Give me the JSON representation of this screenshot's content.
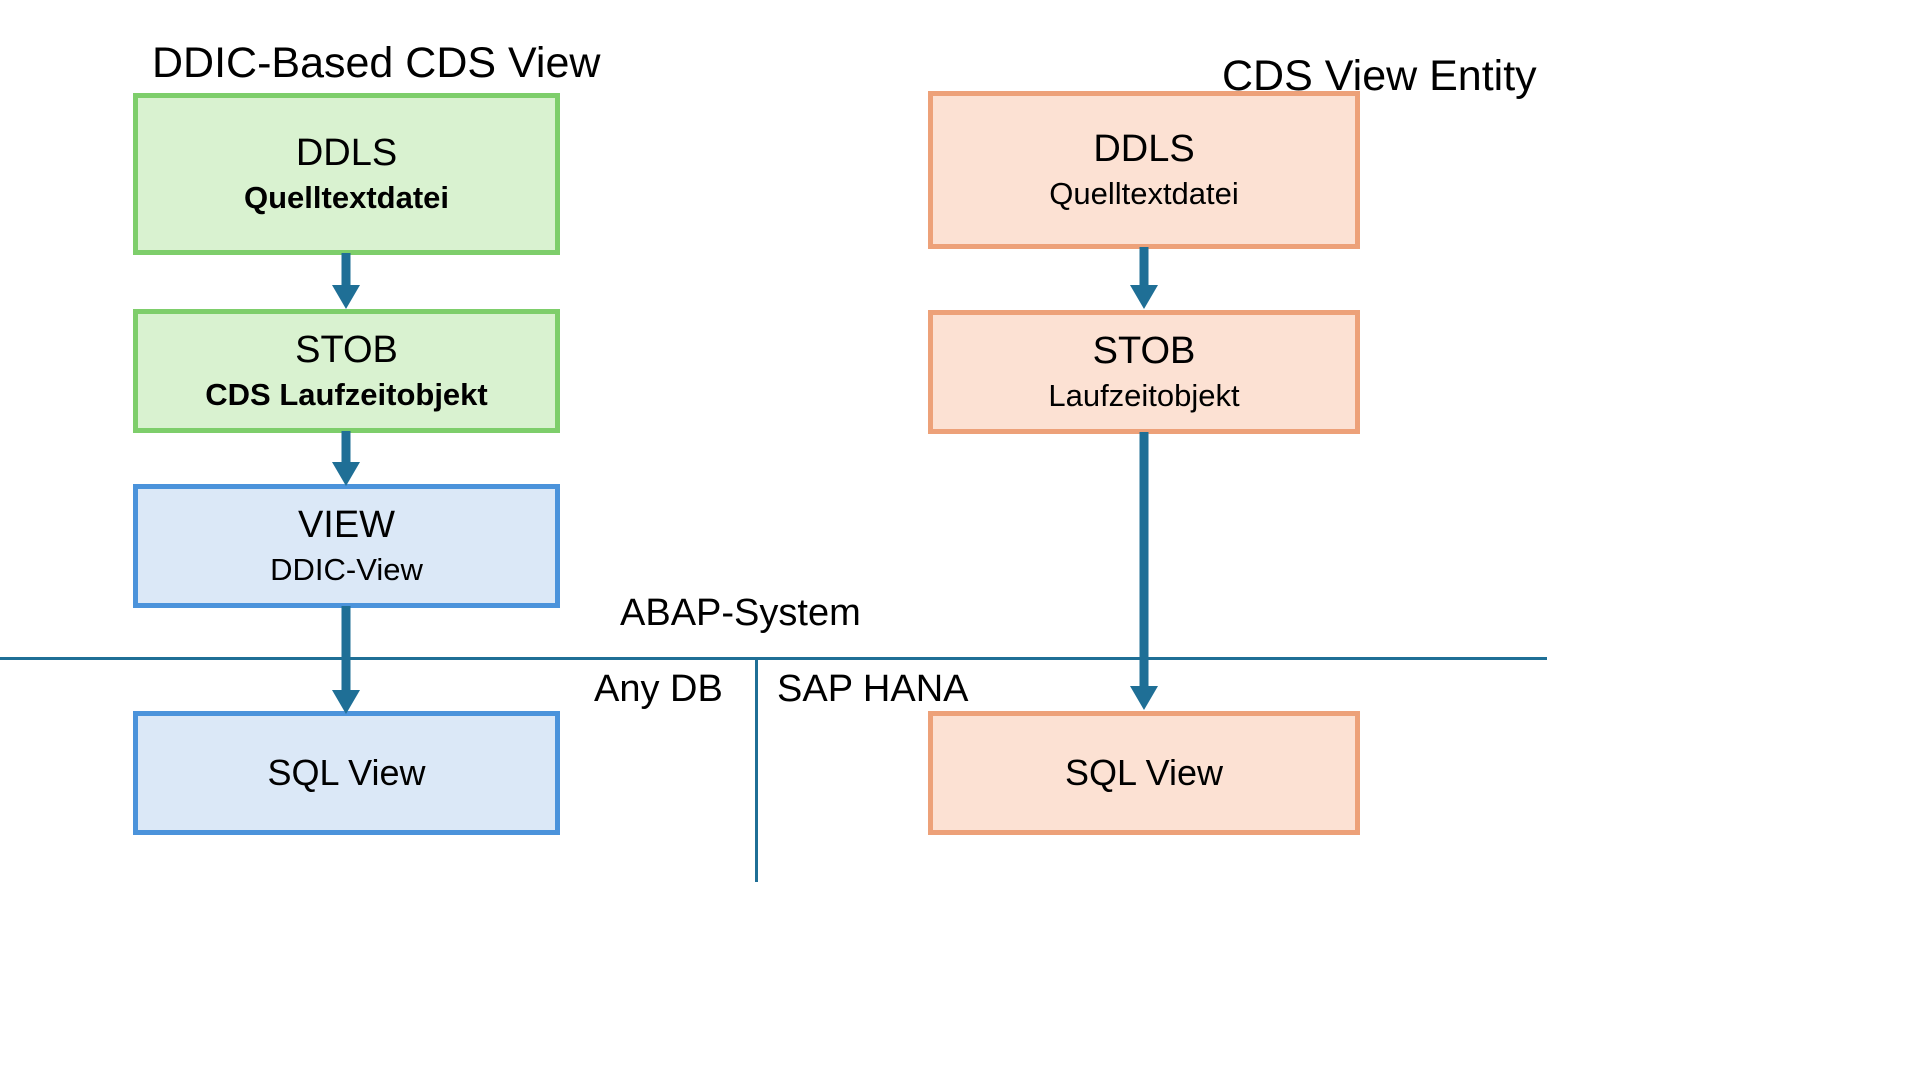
{
  "diagram": {
    "title_left": "DDIC-Based CDS View",
    "title_right": "CDS View Entity",
    "boundary": {
      "abap_system": "ABAP-System",
      "any_db": "Any DB",
      "sap_hana": "SAP HANA"
    },
    "colors": {
      "green_fill": "#D9F2D0",
      "green_border": "#7ECE6B",
      "orange_fill": "#FCE1D3",
      "orange_border": "#EDA179",
      "blue_fill": "#DBE8F7",
      "blue_border": "#4B93DB",
      "arrow": "#1F6F96",
      "boundary_line": "#1F6F96"
    },
    "left_column": {
      "ddls": {
        "name": "DDLS",
        "subtitle": "Quelltextdatei"
      },
      "stob": {
        "name": "STOB",
        "subtitle": "CDS Laufzeitobjekt"
      },
      "view": {
        "name": "VIEW",
        "subtitle": "DDIC-View"
      },
      "sql_view": {
        "name": "SQL View"
      }
    },
    "right_column": {
      "ddls": {
        "name": "DDLS",
        "subtitle": "Quelltextdatei"
      },
      "stob": {
        "name": "STOB",
        "subtitle": "Laufzeitobjekt"
      },
      "sql_view": {
        "name": "SQL View"
      }
    }
  }
}
